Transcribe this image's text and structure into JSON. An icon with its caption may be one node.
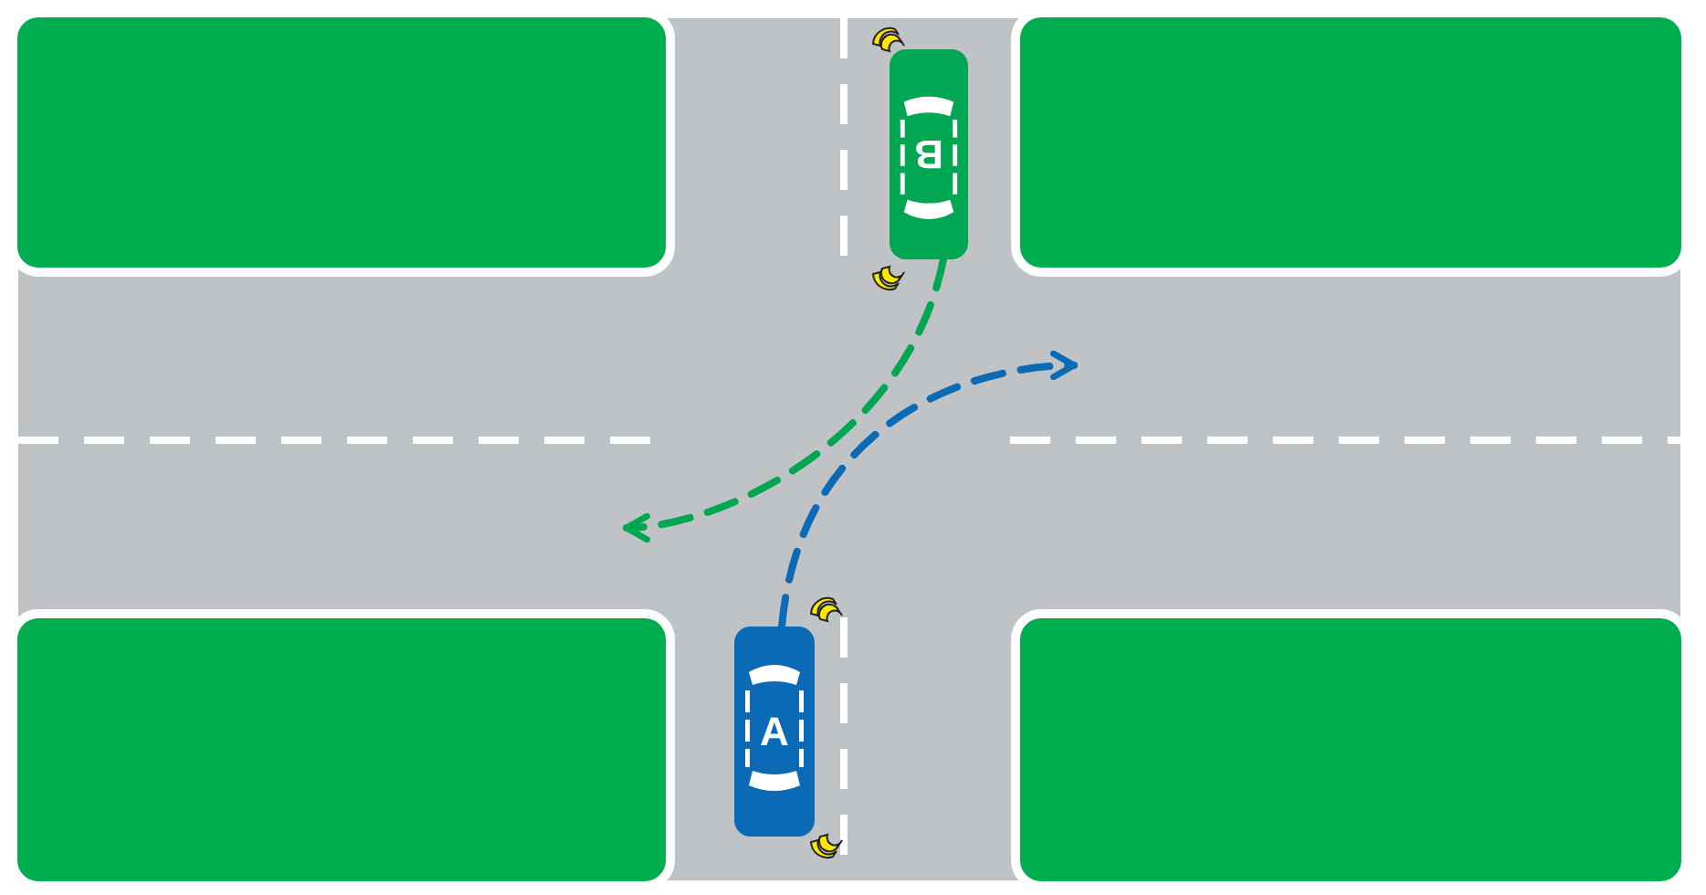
{
  "diagram": {
    "nodes": [
      {
        "text": [
          "B"
        ]
      },
      {
        "text": [
          "A"
        ]
      }
    ],
    "edges": [
      {
        "from": 0,
        "to": null,
        "arrow": "to",
        "style": "dashed",
        "color": "#00a651"
      },
      {
        "from": 1,
        "to": null,
        "arrow": "to",
        "style": "dashed",
        "color": "#0a6ab5"
      }
    ]
  }
}
